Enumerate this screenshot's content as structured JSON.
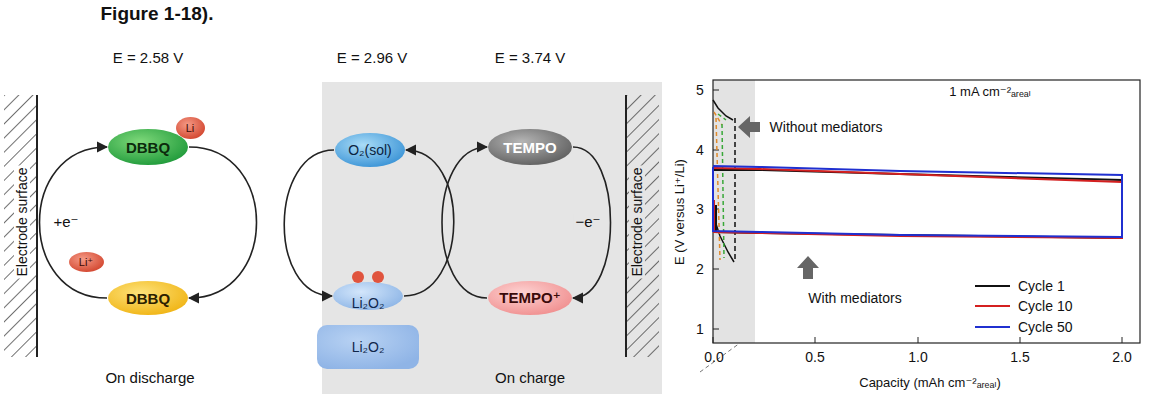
{
  "diagram": {
    "nodes": [
      {
        "text": [
          "DBBQ"
        ]
      },
      {
        "text": [
          "Li"
        ],
        "in": 0
      },
      {
        "text": [
          "O₂(sol)"
        ]
      },
      {
        "text": [
          "TEMPO"
        ]
      },
      {
        "text": [
          "Li⁺"
        ]
      },
      {
        "text": [
          "DBBQ"
        ]
      },
      {
        "text": [
          "Li₂O₂"
        ]
      },
      {
        "text": [
          "TEMPO⁺"
        ]
      },
      {
        "text": [
          "Li₂O₂"
        ]
      }
    ],
    "edges": [
      {
        "from": 5,
        "to": 0,
        "arrow": "to",
        "label": "+e⁻"
      },
      {
        "from": 0,
        "to": 5,
        "arrow": "to"
      },
      {
        "from": 2,
        "to": 6,
        "arrow": "to"
      },
      {
        "from": 6,
        "to": 2,
        "arrow": "to"
      },
      {
        "from": 7,
        "to": 3,
        "arrow": "to"
      },
      {
        "from": 3,
        "to": 7,
        "arrow": "to",
        "label": "−e⁻"
      }
    ],
    "labels": [
      "Figure 1-18).",
      "E = 2.58 V",
      "E = 2.96 V",
      "E = 3.74 V",
      "Electrode surface",
      "Electrode surface",
      "On discharge",
      "On charge",
      "5",
      "4",
      "3",
      "2",
      "1",
      "0.0",
      "0.5",
      "1.0",
      "1.5",
      "2.0",
      "E (V versus Li⁺/Li)",
      "Capacity (mAh cm⁻²ₐᵣₑₐₗ)",
      "1 mA cm⁻²ₐᵣₑₐₗ",
      "Without mediators",
      "With mediators"
    ],
    "legend": [
      {
        "text": "Cycle 1"
      },
      {
        "text": "Cycle 10"
      },
      {
        "text": "Cycle 50"
      }
    ]
  }
}
